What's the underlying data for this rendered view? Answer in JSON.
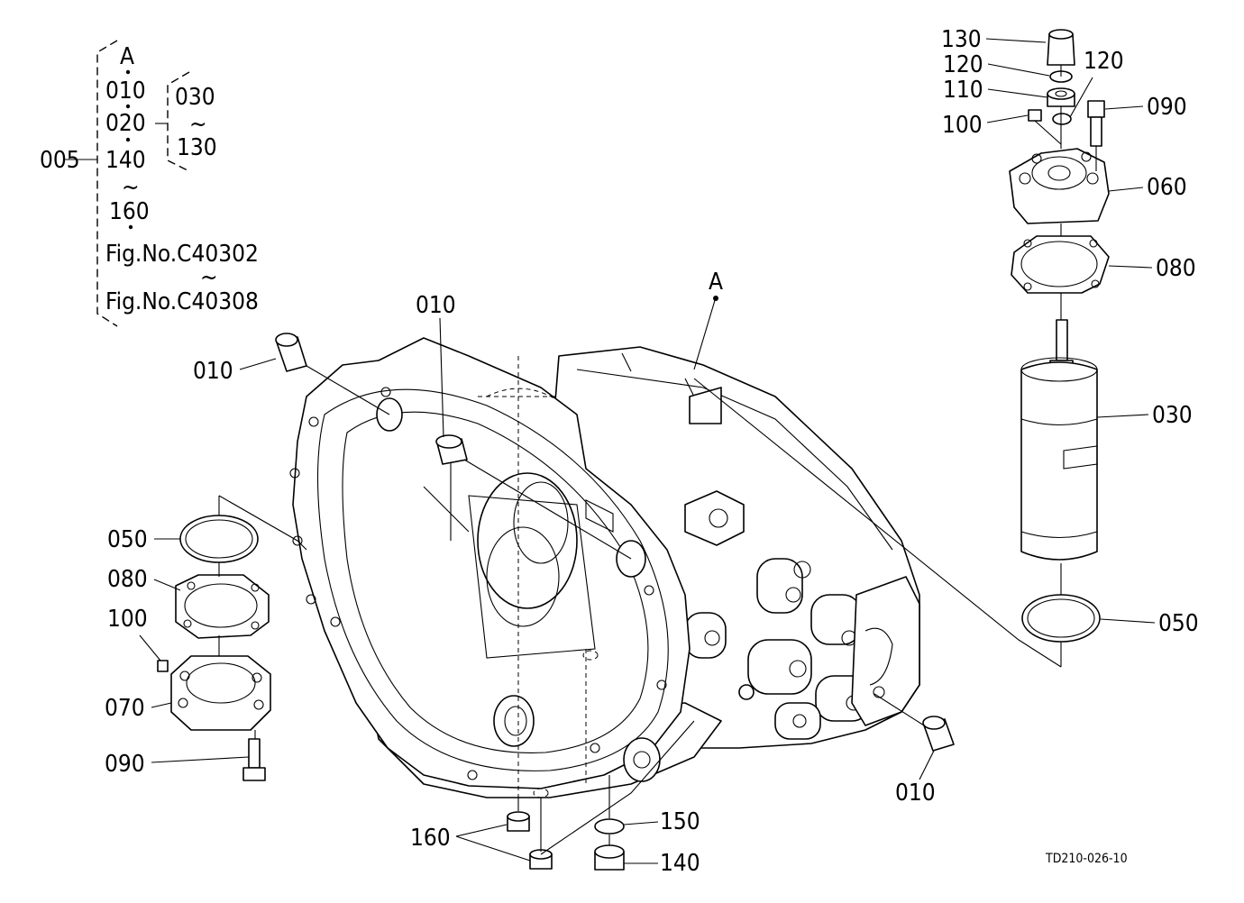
{
  "tree": {
    "root": "005",
    "items": [
      "A",
      "010",
      "020",
      "140",
      "~",
      "160",
      "Fig.No.C40302",
      "~",
      "Fig.No.C40308"
    ],
    "sub": [
      "030",
      "~",
      "130"
    ]
  },
  "callouts": {
    "c130": "130",
    "c120a": "120",
    "c120b": "120",
    "c110": "110",
    "c100r": "100",
    "c090r": "090",
    "c060": "060",
    "c080r": "080",
    "c030": "030",
    "c050r": "050",
    "cA": "A",
    "c010_top": "010",
    "c010_left": "010",
    "c010_right": "010",
    "c050l": "050",
    "c080l": "080",
    "c100l": "100",
    "c070": "070",
    "c090l": "090",
    "c160": "160",
    "c150": "150",
    "c140": "140"
  },
  "figure_code": "TD210-026-10"
}
